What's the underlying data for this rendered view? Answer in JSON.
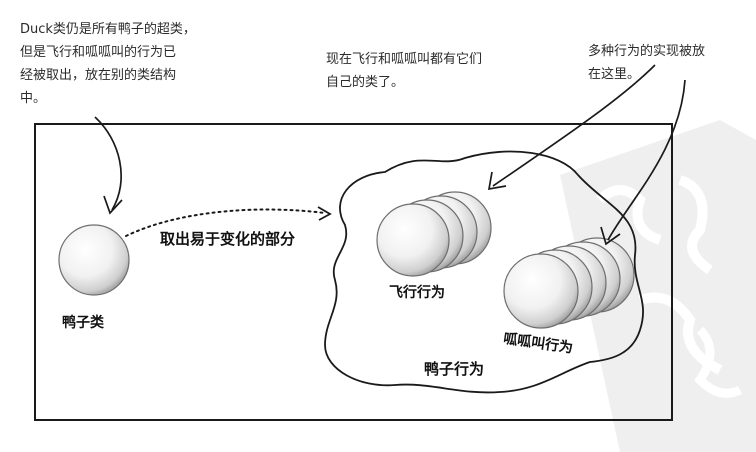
{
  "annotations": {
    "top_left": "Duck类仍是所有鸭子的超类，\n但是飞行和呱呱叫的行为已\n经被取出，放在别的类结构\n中。",
    "top_middle": "现在飞行和呱呱叫都有它们\n自己的类了。",
    "top_right": "多种行为的实现被放\n在这里。"
  },
  "diagram": {
    "duck_class_label": "鸭子类",
    "extract_arrow_label": "取出易于变化的部分",
    "fly_behavior_label": "飞行行为",
    "quack_behavior_label": "呱呱叫行为",
    "behaviors_group_label": "鸭子行为"
  },
  "colors": {
    "ink": "#1a1a1a",
    "watermark": "#ececec"
  }
}
